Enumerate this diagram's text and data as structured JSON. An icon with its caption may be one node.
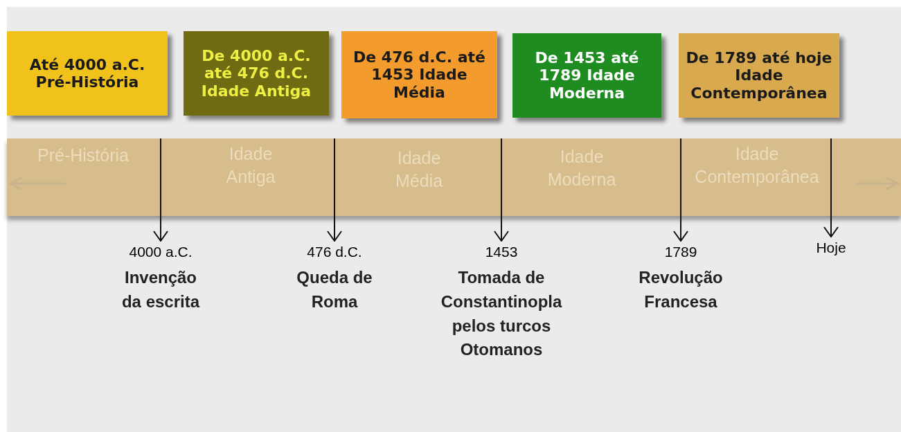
{
  "diagram": {
    "nodes": [
      {
        "text": [
          "Até 4000 a.C. Pré-História"
        ]
      },
      {
        "text": [
          "De 4000 a.C. até 476 d.C. Idade Antiga"
        ]
      },
      {
        "text": [
          "De 476 d.C. até 1453 Idade Média"
        ]
      },
      {
        "text": [
          "De 1453 até 1789 Idade Moderna"
        ]
      },
      {
        "text": [
          "De 1789 até hoje Idade Contemporânea"
        ]
      },
      {
        "text": [
          "4000 a.C.",
          "Invenção da escrita"
        ]
      },
      {
        "text": [
          "476 d.C.",
          "Queda de Roma"
        ]
      },
      {
        "text": [
          "1453",
          "Tomada de Constantinopla pelos turcos Otomanos"
        ]
      },
      {
        "text": [
          "1789",
          "Revolução Francesa"
        ]
      },
      {
        "text": [
          "Hoje"
        ]
      }
    ],
    "edges": [
      {
        "from": null,
        "to": 5,
        "arrow": "to"
      },
      {
        "from": null,
        "to": 6,
        "arrow": "to"
      },
      {
        "from": null,
        "to": 7,
        "arrow": "to"
      },
      {
        "from": null,
        "to": 8,
        "arrow": "to"
      },
      {
        "from": null,
        "to": 9,
        "arrow": "to"
      }
    ],
    "labels": [
      "Pré-História",
      "Idade Antiga",
      "Idade Média",
      "Idade Moderna",
      "Idade Contemporânea"
    ]
  }
}
